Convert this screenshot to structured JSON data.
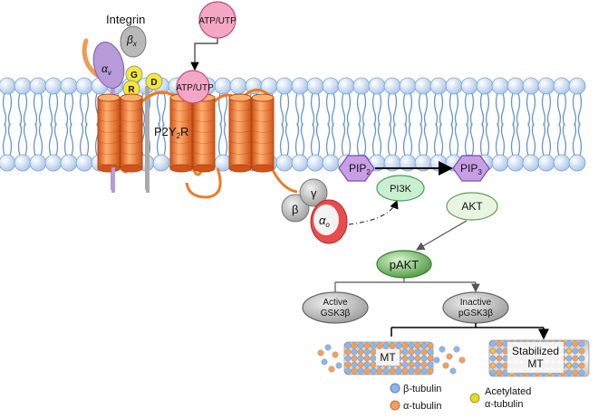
{
  "labels": {
    "integrin": "Integrin",
    "alpha_v": "αv",
    "beta_x": "βx",
    "r": "R",
    "g": "G",
    "d": "D",
    "atp_utp_top": "ATP/UTP",
    "atp_utp_bound": "ATP/UTP",
    "p2y2r": "P2Y2R",
    "gamma": "γ",
    "beta": "β",
    "alpha_o": "αo",
    "pip2": "PIP2",
    "pip3": "PIP3",
    "pi3k": "PI3K",
    "akt": "AKT",
    "pakt": "pAKT",
    "active_line1": "Active",
    "active_line2": "GSK3β",
    "inactive_line1": "Inactive",
    "inactive_line2": "pGSK3β",
    "mt": "MT",
    "stab_line1": "Stabilized",
    "stab_line2": "MT"
  },
  "legend": {
    "beta_tubulin": "β-tubulin",
    "alpha_tubulin": "α-tubulin",
    "acetylated_line1": "Acetylated",
    "acetylated_line2": "α-tubulin"
  },
  "colors": {
    "lipid_head": "#d6e7fa",
    "lipid_tail": "#6a94c8",
    "receptor": "#ef7a24",
    "atp": "#f3a7c4",
    "integrin_alpha": "#b79ad8",
    "integrin_beta": "#b9b9b9",
    "rgd": "#f5e832",
    "pip": "#c89ee6",
    "pi3k": "#c8f0d0",
    "akt": "#e9f5e2",
    "pakt": "#6fb55c",
    "gsk": "#c9c9c9",
    "alpha_o": "#e84c4c",
    "beta_tubulin": "#8fb5ec",
    "alpha_tubulin": "#f0a060",
    "acetyl": "#e6d82a"
  }
}
